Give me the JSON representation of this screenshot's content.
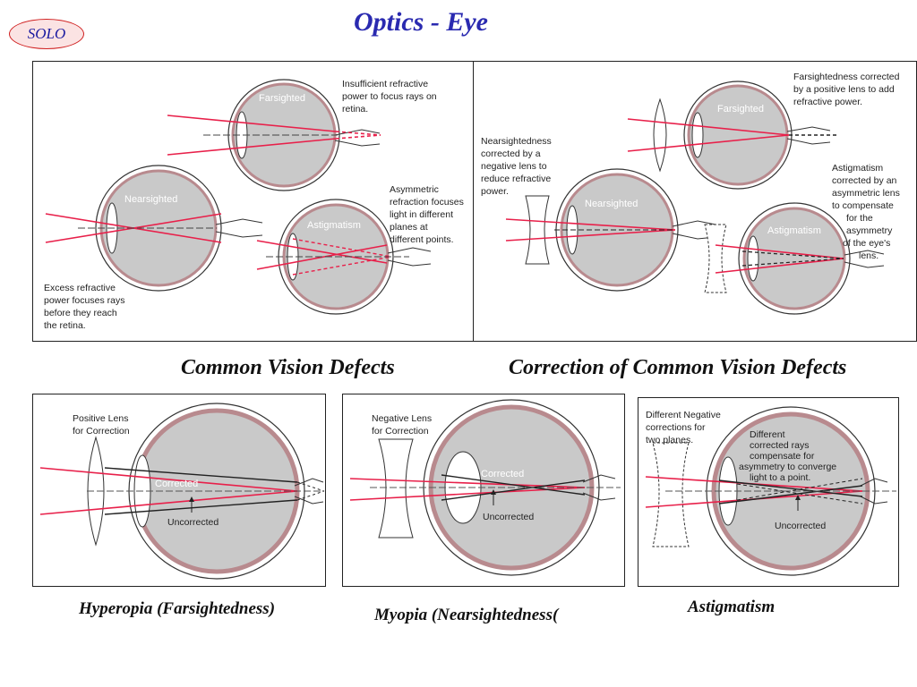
{
  "header": {
    "badge": "SOLO",
    "title": "Optics - Eye"
  },
  "top_left": {
    "caption": "Common Vision Defects",
    "farsighted_label": "Farsighted",
    "nearsighted_label": "Nearsighted",
    "astigmatism_label": "Astigmatism",
    "farsighted_note": [
      "Insufficient refractive",
      "power to focus rays on",
      "retina."
    ],
    "nearsighted_note": [
      "Excess refractive",
      "power focuses rays",
      "before they reach",
      "the retina."
    ],
    "astigmatism_note": [
      "Asymmetric",
      "refraction focuses",
      "light in different",
      "planes at",
      "different points."
    ]
  },
  "top_right": {
    "caption": "Correction of Common Vision Defects",
    "farsighted_label": "Farsighted",
    "nearsighted_label": "Nearsighted",
    "astigmatism_label": "Astigmatism",
    "farsighted_note": [
      "Farsightedness corrected",
      "by a positive lens to add",
      "refractive power."
    ],
    "nearsighted_note": [
      "Nearsightedness",
      "corrected by a",
      "negative lens to",
      "reduce refractive",
      "power."
    ],
    "astigmatism_note": [
      "Astigmatism",
      "corrected by an",
      "asymmetric lens",
      "to compensate",
      "for the",
      "asymmetry",
      "of the eye's",
      "lens."
    ]
  },
  "bottom_left": {
    "caption": "Hyperopia (Farsightedness)",
    "lens_note": [
      "Positive Lens",
      "for Correction"
    ],
    "corrected": "Corrected",
    "uncorrected": "Uncorrected"
  },
  "bottom_mid": {
    "caption": "Myopia (Nearsightedness(",
    "lens_note": [
      "Negative Lens",
      "for Correction"
    ],
    "corrected": "Corrected",
    "uncorrected": "Uncorrected"
  },
  "bottom_right": {
    "caption": "Astigmatism",
    "lens_note": [
      "Different  Negative",
      "corrections for",
      "two planes."
    ],
    "inner_note": [
      "Different",
      "corrected rays",
      "compensate for",
      "asymmetry to converge",
      "light to a point."
    ],
    "uncorrected": "Uncorrected"
  },
  "colors": {
    "ray": "#e8204a",
    "eye_fill": "#c9c9c9",
    "sclera": "#b88a8e",
    "title": "#2a2ab0"
  }
}
